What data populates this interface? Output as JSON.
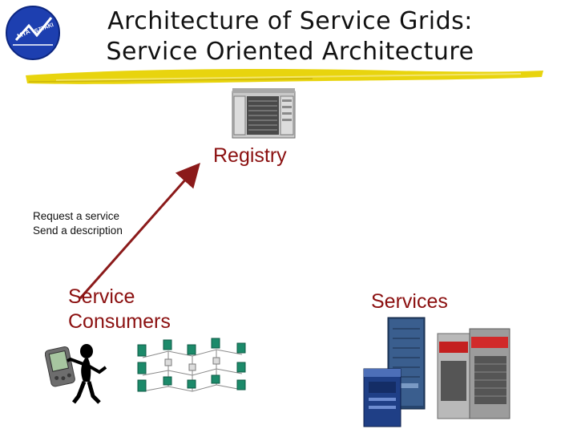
{
  "title": {
    "line1": "Architecture of Service Grids:",
    "line2": "Service Oriented Architecture"
  },
  "logo": {
    "text_left": "MTA",
    "text_right": "SZTAKI"
  },
  "registry": {
    "label": "Registry"
  },
  "request": {
    "line1": "Request a service",
    "line2": "Send a description"
  },
  "consumers": {
    "line1": "Service",
    "line2": "Consumers"
  },
  "services": {
    "label": "Services"
  },
  "colors": {
    "label_red": "#8b1010",
    "arrow": "#8b1a1a",
    "underline": "#e8d40e",
    "logo_blue": "#1d3fb0"
  }
}
